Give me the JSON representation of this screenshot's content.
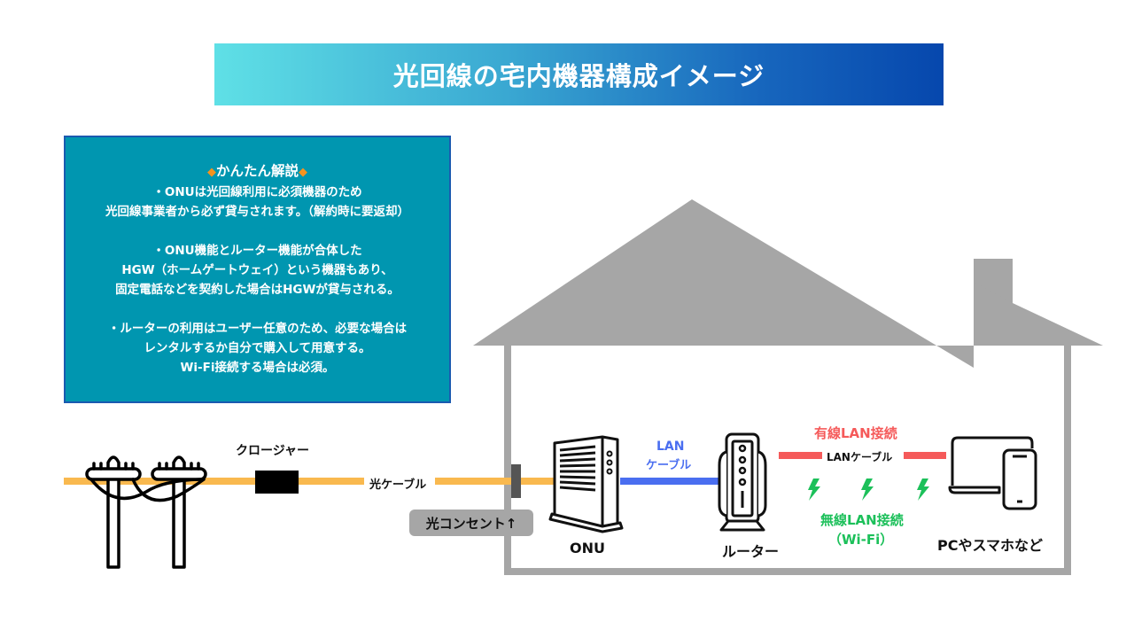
{
  "title": "光回線の宅内機器構成イメージ",
  "explanation": {
    "heading": "かんたん解説",
    "heading_marker": "◆",
    "paragraphs": [
      [
        "・ONUは光回線利用に必須機器のため",
        "光回線事業者から必ず貸与されます。（解約時に要返却）"
      ],
      [
        "・ONU機能とルーター機能が合体した",
        "HGW（ホームゲートウェイ）という機器もあり、",
        "固定電話などを契約した場合はHGWが貸与される。"
      ],
      [
        "・ルーターの利用はユーザー任意のため、必要な場合は",
        "レンタルするか自分で購入して用意する。",
        "Wi-Fi接続する場合は必須。"
      ]
    ]
  },
  "diagram": {
    "closure_label": "クロージャー",
    "fiber_cable_label": "光ケーブル",
    "outlet_label": "光コンセント↑",
    "onu_label": "ONU",
    "lan_cable_label_line1": "LAN",
    "lan_cable_label_line2": "ケーブル",
    "router_label": "ルーター",
    "wired_label": "有線LAN接続",
    "wired_cable_label": "LANケーブル",
    "wireless_label_line1": "無線LAN接続",
    "wireless_label_line2": "（Wi-Fi）",
    "devices_label": "PCやスマホなど",
    "icons": [
      "utility-pole-icon",
      "closure-icon",
      "optical-outlet-icon",
      "onu-icon",
      "router-icon",
      "lightning-icon",
      "laptop-icon",
      "smartphone-icon"
    ]
  },
  "colors": {
    "fiber": "#f9b94f",
    "lan": "#4a6ef0",
    "wired": "#f55a5a",
    "wireless": "#1cc05a",
    "house": "#a6a6a6",
    "box_bg": "#0096b0",
    "diamond": "#f5931e"
  }
}
